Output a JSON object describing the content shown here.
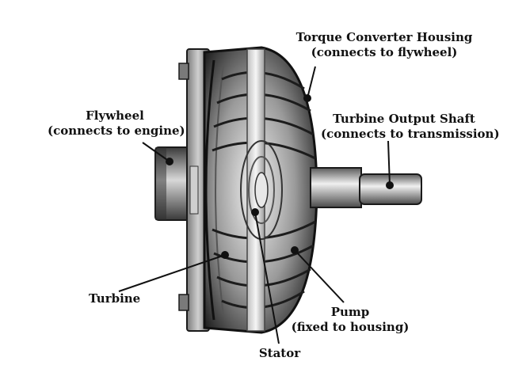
{
  "diagram": {
    "labels": {
      "housing": {
        "line1": "Torque Converter Housing",
        "line2": "(connects to flywheel)"
      },
      "flywheel": {
        "line1": "Flywheel",
        "line2": "(connects to engine)"
      },
      "shaft": {
        "line1": "Turbine Output Shaft",
        "line2": "(connects to transmission)"
      },
      "turbine": {
        "line1": "Turbine"
      },
      "pump": {
        "line1": "Pump",
        "line2": "(fixed to housing)"
      },
      "stator": {
        "line1": "Stator"
      }
    },
    "colors": {
      "ink": "#111111",
      "metal_dark": "#2a2a2a",
      "metal_mid": "#8c8c8c",
      "metal_light": "#e2e2e2"
    }
  }
}
